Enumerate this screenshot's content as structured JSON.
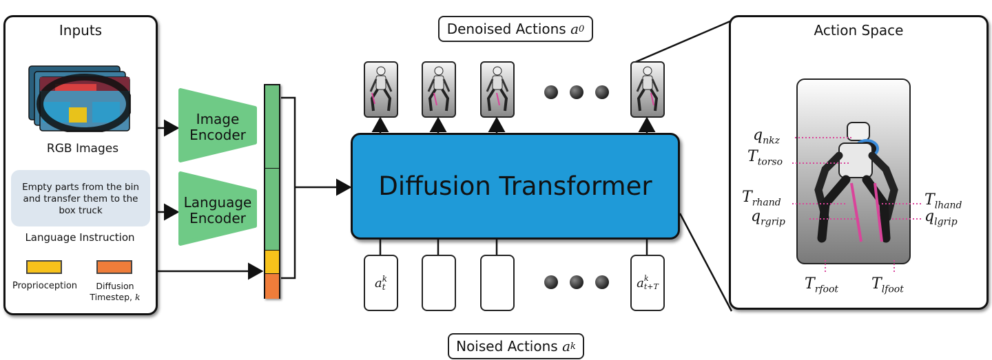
{
  "inputs": {
    "title": "Inputs",
    "rgb_label": "RGB Images",
    "instruction_text": "Empty parts from the bin and transfer them to the box truck",
    "instruction_label": "Language Instruction",
    "proprio_label": "Proprioception",
    "timestep_label": "Diffusion Timestep,",
    "timestep_var": "k"
  },
  "encoders": {
    "image_line1": "Image",
    "image_line2": "Encoder",
    "language_line1": "Language",
    "language_line2": "Encoder"
  },
  "transformer": {
    "label": "Diffusion Transformer"
  },
  "denoised": {
    "text": "Denoised Actions",
    "var": "a",
    "sub": "0"
  },
  "noised": {
    "text": "Noised Actions",
    "var": "a",
    "sub": "k"
  },
  "tokens": {
    "first_base": "a",
    "first_sup": "k",
    "first_sub": "t",
    "last_base": "a",
    "last_sup": "k",
    "last_sub": "t+T"
  },
  "action_space": {
    "title": "Action Space",
    "labels": [
      {
        "base": "q",
        "sub": "nkz"
      },
      {
        "base": "T",
        "sub": "torso"
      },
      {
        "base": "T",
        "sub": "rhand"
      },
      {
        "base": "q",
        "sub": "rgrip"
      },
      {
        "base": "T",
        "sub": "lhand"
      },
      {
        "base": "q",
        "sub": "lgrip"
      },
      {
        "base": "T",
        "sub": "rfoot"
      },
      {
        "base": "T",
        "sub": "lfoot"
      }
    ]
  },
  "colors": {
    "encoder_green": "#6fca86",
    "token_green": "#6dc07f",
    "proprio_yellow": "#f7c21b",
    "timestep_orange": "#ef7d3a",
    "transformer_blue": "#1f9ad8",
    "instruction_bg": "#dde6ef",
    "marker_pink": "#d9449a"
  },
  "icons": [
    "camera-image-icon",
    "robot-pose-icon",
    "ellipsis-dots-icon"
  ]
}
